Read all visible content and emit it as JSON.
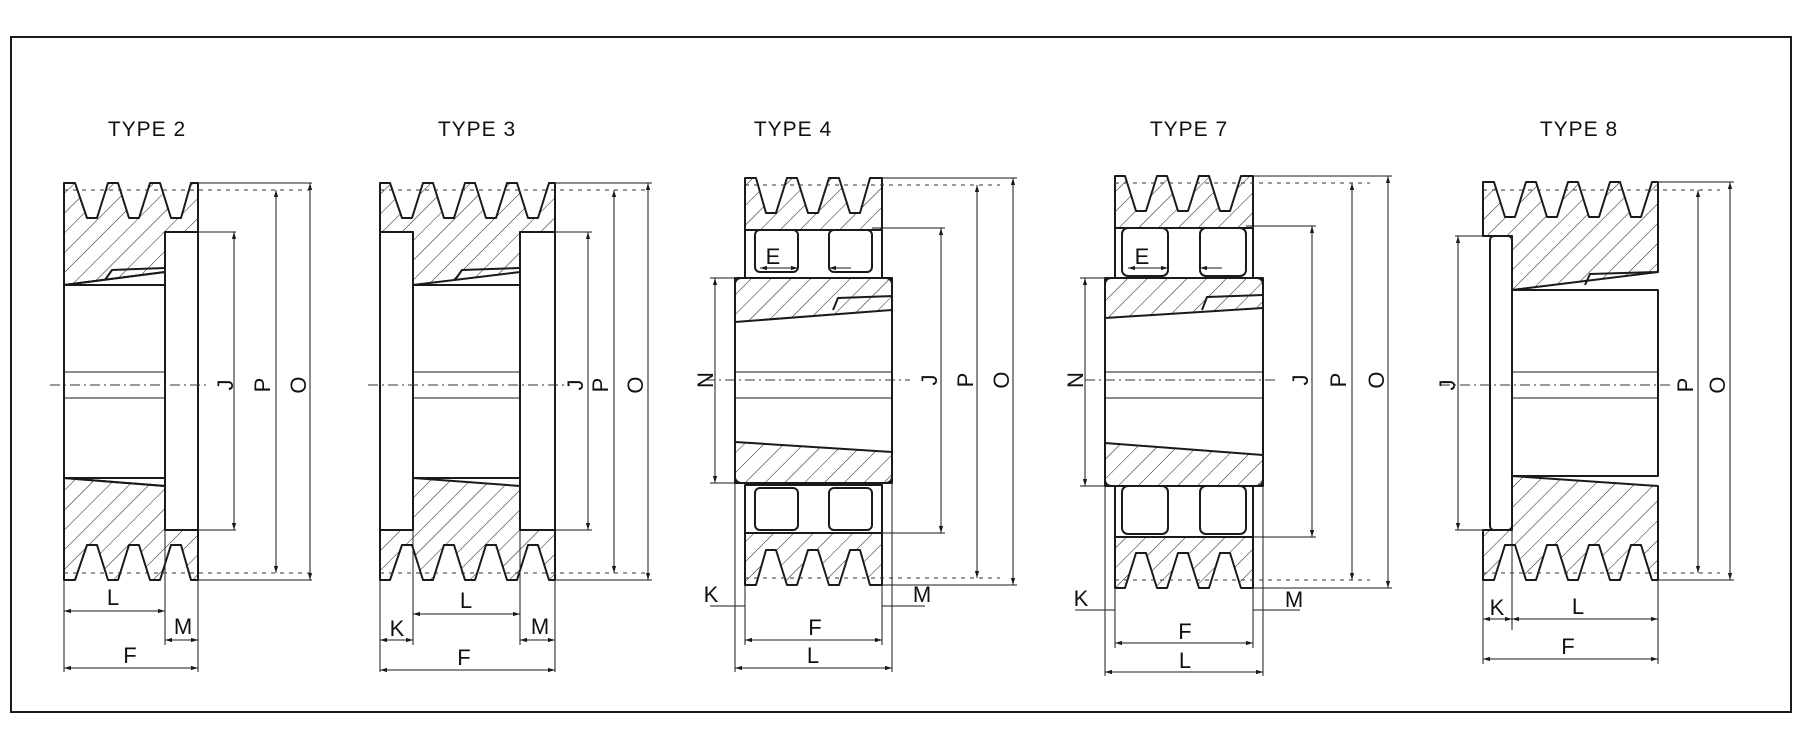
{
  "types": [
    {
      "title": "TYPE 2",
      "labels": {
        "J": "J",
        "P": "P",
        "O": "O",
        "L": "L",
        "M": "M",
        "F": "F"
      }
    },
    {
      "title": "TYPE 3",
      "labels": {
        "J": "J",
        "P": "P",
        "O": "O",
        "K": "K",
        "L": "L",
        "M": "M",
        "F": "F"
      }
    },
    {
      "title": "TYPE 4",
      "labels": {
        "N": "N",
        "E": "E",
        "J": "J",
        "P": "P",
        "O": "O",
        "K": "K",
        "F": "F",
        "L": "L",
        "M": "M"
      }
    },
    {
      "title": "TYPE 7",
      "labels": {
        "N": "N",
        "E": "E",
        "J": "J",
        "P": "P",
        "O": "O",
        "K": "K",
        "F": "F",
        "L": "L",
        "M": "M"
      }
    },
    {
      "title": "TYPE 8",
      "labels": {
        "J": "J",
        "P": "P",
        "O": "O",
        "K": "K",
        "L": "L",
        "F": "F"
      }
    }
  ],
  "colors": {
    "line": "#1a1a1a",
    "background": "#ffffff"
  }
}
